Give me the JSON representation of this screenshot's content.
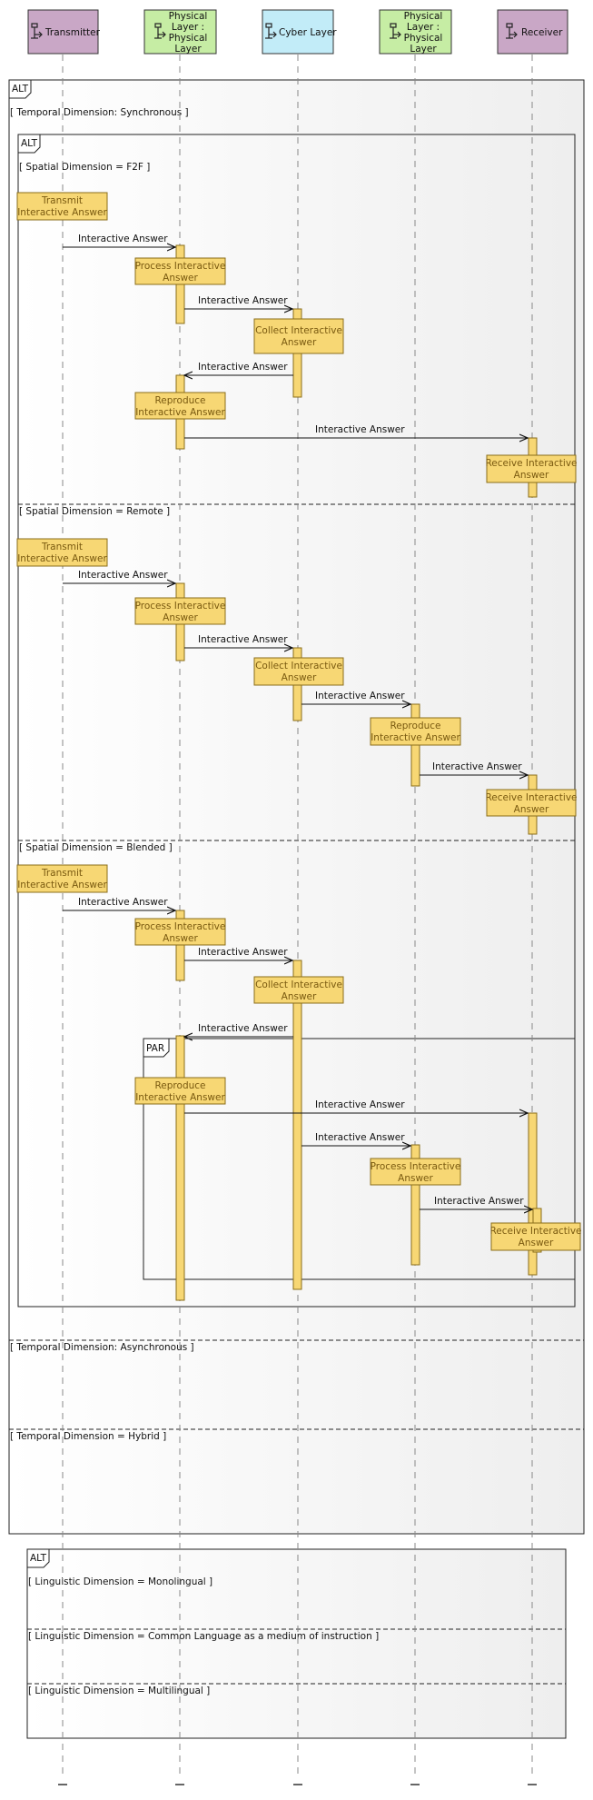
{
  "participants": [
    {
      "id": "transmitter",
      "lines": [
        "Transmitter"
      ],
      "fill": "#c9a7c6"
    },
    {
      "id": "physical1",
      "lines": [
        "Physical",
        "Layer :",
        "Physical",
        "Layer"
      ],
      "fill": "#c6eda4"
    },
    {
      "id": "cyber",
      "lines": [
        "Cyber Layer"
      ],
      "fill": "#c2ecf8"
    },
    {
      "id": "physical2",
      "lines": [
        "Physical",
        "Layer :",
        "Physical",
        "Layer"
      ],
      "fill": "#c6eda4"
    },
    {
      "id": "receiver",
      "lines": [
        "Receiver"
      ],
      "fill": "#c9a7c6"
    }
  ],
  "frame_tags": {
    "alt": "ALT",
    "par": "PAR"
  },
  "guards": {
    "temporal_sync": "[ Temporal Dimension: Synchronous ]",
    "spatial_f2f": "[ Spatial Dimension = F2F ]",
    "spatial_remote": "[ Spatial Dimension = Remote ]",
    "spatial_blended": "[ Spatial Dimension = Blended ]",
    "temporal_async": "[ Temporal Dimension: Asynchronous ]",
    "temporal_hybrid": "[ Temporal Dimension = Hybrid ]",
    "ling_mono": "[ Linguistic Dimension = Monolingual ]",
    "ling_common": "[ Linguistic Dimension = Common Language as a medium of instruction ]",
    "ling_multi": "[ Linguistic Dimension = Multilingual ]"
  },
  "messages": {
    "interactive_answer": "Interactive Answer"
  },
  "notes": {
    "transmit": [
      "Transmit",
      "Interactive Answer"
    ],
    "process": [
      "Process Interactive",
      "Answer"
    ],
    "collect": [
      "Collect Interactive",
      "Answer"
    ],
    "reproduce": [
      "Reproduce",
      "Interactive Answer"
    ],
    "receive": [
      "Receive Interactive",
      "Answer"
    ]
  },
  "colors": {
    "activation": "#f7d774",
    "activation_border": "#8a6d1a",
    "note_fill": "#f7d774",
    "note_border": "#8a6d1a",
    "frame_fill": "#f4f4f4",
    "lifeline": "#888888"
  }
}
